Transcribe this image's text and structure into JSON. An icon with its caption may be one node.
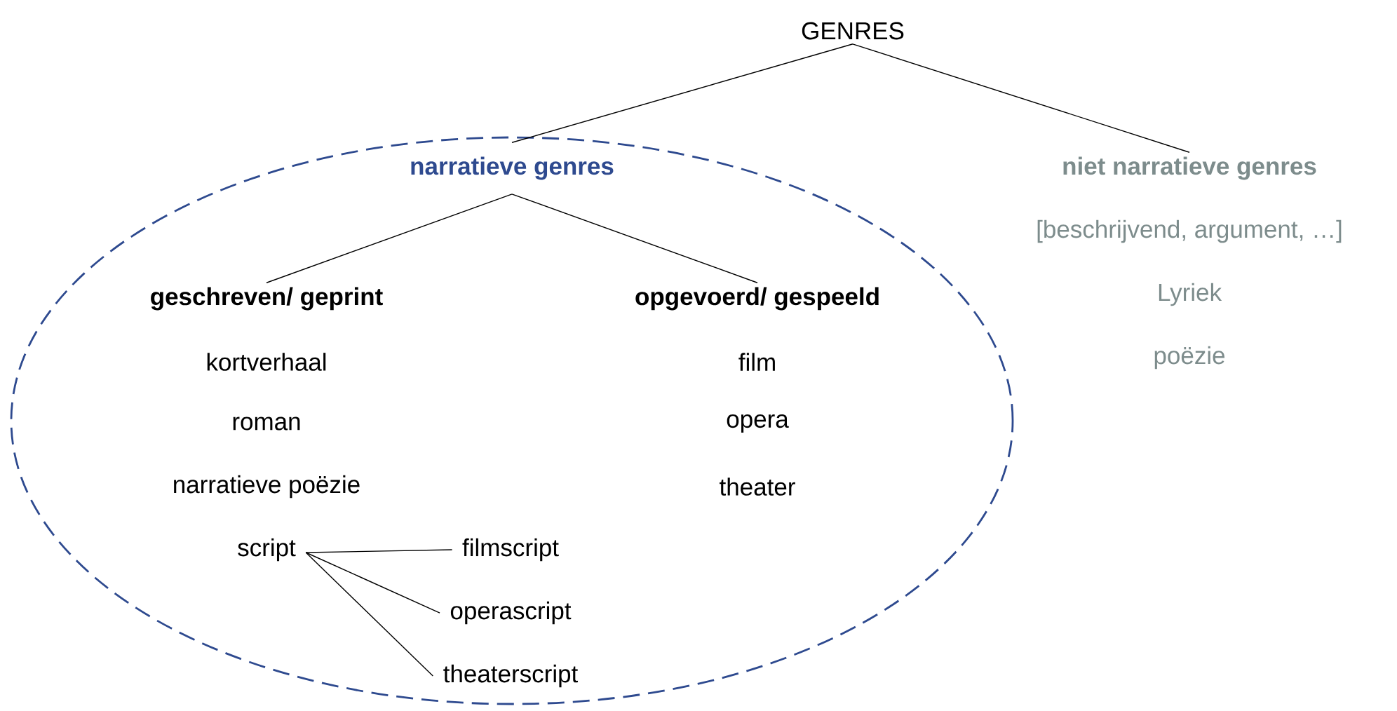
{
  "diagram": {
    "nodes": [
      {
        "text": [
          "GENRES"
        ]
      },
      {
        "text": [],
        "shape": "ellipse"
      },
      {
        "text": [
          "narratieve genres"
        ],
        "in": 1
      },
      {
        "text": [
          "niet narratieve genres"
        ]
      },
      {
        "text": [
          "[beschrijvend, argument, …]"
        ]
      },
      {
        "text": [
          "Lyriek"
        ]
      },
      {
        "text": [
          "poëzie"
        ]
      },
      {
        "text": [
          "geschreven/ geprint"
        ],
        "in": 1
      },
      {
        "text": [
          "kortverhaal"
        ],
        "in": 1
      },
      {
        "text": [
          "roman"
        ],
        "in": 1
      },
      {
        "text": [
          "narratieve poëzie"
        ],
        "in": 1
      },
      {
        "text": [
          "script"
        ],
        "in": 1
      },
      {
        "text": [
          "opgevoerd/ gespeeld"
        ],
        "in": 1
      },
      {
        "text": [
          "film"
        ],
        "in": 1
      },
      {
        "text": [
          "opera"
        ],
        "in": 1
      },
      {
        "text": [
          "theater"
        ],
        "in": 1
      },
      {
        "text": [
          "filmscript"
        ],
        "in": 1
      },
      {
        "text": [
          "operascript"
        ],
        "in": 1
      },
      {
        "text": [
          "theaterscript"
        ],
        "in": 1
      }
    ],
    "edges": [
      {
        "from": 0,
        "to": 2,
        "arrow": "none"
      },
      {
        "from": 0,
        "to": 3,
        "arrow": "none"
      },
      {
        "from": 2,
        "to": 7,
        "arrow": "none"
      },
      {
        "from": 2,
        "to": 12,
        "arrow": "none"
      },
      {
        "from": 11,
        "to": 16,
        "arrow": "none"
      },
      {
        "from": 11,
        "to": 17,
        "arrow": "none"
      },
      {
        "from": 11,
        "to": 18,
        "arrow": "none"
      }
    ]
  }
}
